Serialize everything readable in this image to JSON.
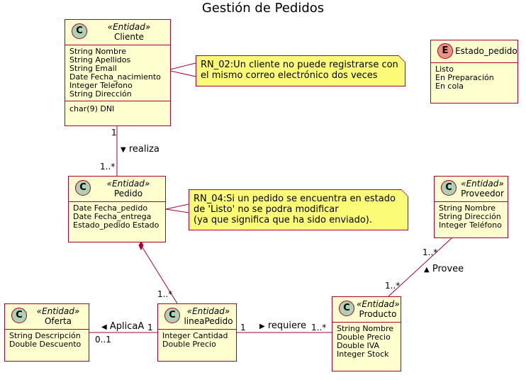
{
  "title": "Gestión de Pedidos",
  "classes": {
    "cliente": {
      "stereotype": "«Entidad»",
      "name": "Cliente",
      "attributes": [
        "String Nombre",
        "String Apellidos",
        "String Email",
        "Date Fecha_nacimiento",
        "Integer Telefono",
        "String Dirección"
      ],
      "methods": [
        "char(9) DNI"
      ]
    },
    "estado_pedido": {
      "name": "Estado_pedido",
      "values": [
        "Listo",
        "En Preparación",
        "En cola"
      ]
    },
    "pedido": {
      "stereotype": "«Entidad»",
      "name": "Pedido",
      "attributes": [
        "Date Fecha_pedido",
        "Date Fecha_entrega",
        "Estado_pedido Estado"
      ]
    },
    "proveedor": {
      "stereotype": "«Entidad»",
      "name": "Proveedor",
      "attributes": [
        "String Nombre",
        "String Dirección",
        "Integer Teléfono"
      ]
    },
    "oferta": {
      "stereotype": "«Entidad»",
      "name": "Oferta",
      "attributes": [
        "String Descripción",
        "Double Descuento"
      ]
    },
    "lineapedido": {
      "stereotype": "«Entidad»",
      "name": "lineaPedido",
      "attributes": [
        "Integer Cantidad",
        "Double Precio"
      ]
    },
    "producto": {
      "stereotype": "«Entidad»",
      "name": "Producto",
      "attributes": [
        "String Nombre",
        "Double Precio",
        "Double IVA",
        "Integer Stock"
      ]
    }
  },
  "notes": {
    "rn02": [
      "RN_02:Un cliente no puede registrarse con",
      "el mismo correo electrónico dos veces"
    ],
    "rn04": [
      "RN_04:Si un pedido se encuentra en estado",
      "de 'Listo' no se podra modificar",
      "(ya que significa que ha sido enviado)."
    ]
  },
  "relations": {
    "realiza": {
      "label": "realiza",
      "arrow": "▼",
      "mult_from": "1",
      "mult_to": "1..*"
    },
    "pedido_linea": {
      "mult_to": "1..*"
    },
    "aplica": {
      "label": "AplicaA",
      "arrow": "◀",
      "mult_from": "0..1",
      "mult_to": "1"
    },
    "requiere": {
      "label": "requiere",
      "arrow": "▶",
      "mult_from": "1",
      "mult_to": "1..*"
    },
    "provee": {
      "label": "Provee",
      "arrow": "▲",
      "mult_from": "1..*",
      "mult_to": "1..*"
    }
  },
  "colors": {
    "class_fill": "#fefece",
    "border": "#a80036",
    "note_fill": "#fbfb77",
    "class_icon": "#add1b2",
    "enum_icon": "#eb937f"
  }
}
